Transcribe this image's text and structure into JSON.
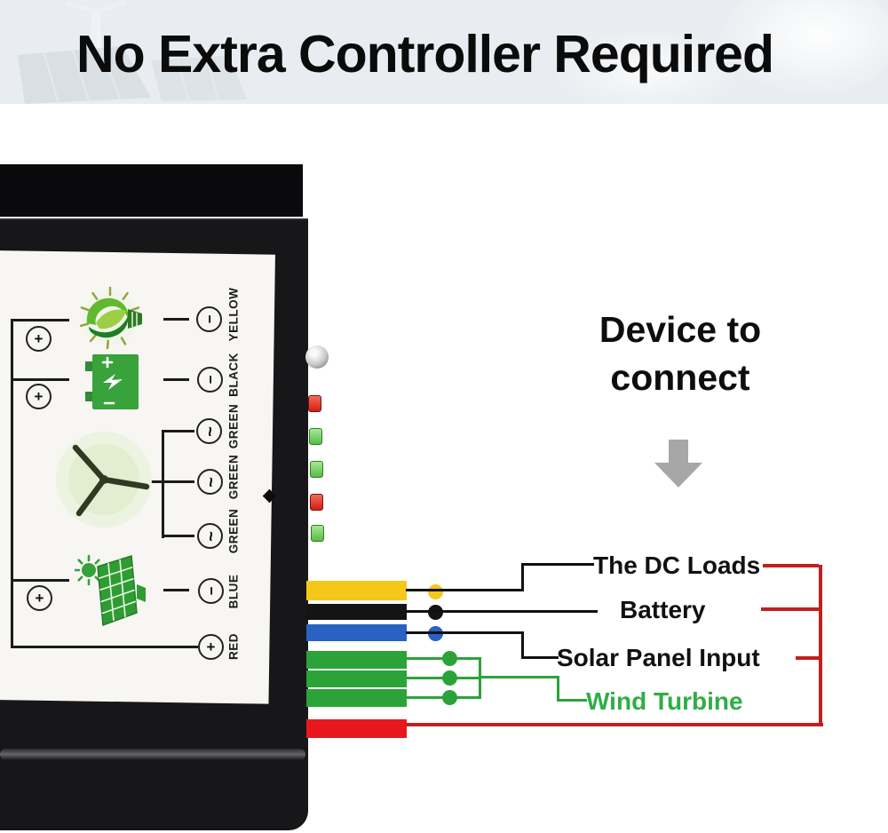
{
  "title": "No Extra Controller Required",
  "background": {
    "band_color": "#e9edf1",
    "decor": [
      "wind-turbine-photo",
      "solar-panel-photo",
      "clouds"
    ]
  },
  "device": {
    "label_panel": {
      "wire_color_names": [
        "YELLOW",
        "BLACK",
        "GREEN",
        "GREEN",
        "GREEN",
        "BLUE",
        "RED"
      ],
      "terminals_left": [
        "+",
        "+",
        "+"
      ],
      "terminals_right": [
        "−",
        "−",
        "~",
        "~",
        "~",
        "−",
        "+"
      ],
      "icons": [
        "eco-bulb",
        "battery",
        "wind-turbine",
        "solar-panel"
      ]
    },
    "leds": [
      "red",
      "green",
      "green",
      "red",
      "green"
    ],
    "wires": [
      {
        "name": "yellow",
        "color": "#f4c81a"
      },
      {
        "name": "black",
        "color": "#141414"
      },
      {
        "name": "blue",
        "color": "#2a62c3"
      },
      {
        "name": "green-1",
        "color": "#2ba339"
      },
      {
        "name": "green-2",
        "color": "#2ba339"
      },
      {
        "name": "green-3",
        "color": "#2ba339"
      },
      {
        "name": "red",
        "color": "#e8171e"
      }
    ]
  },
  "annotation": {
    "heading": {
      "line1": "Device to",
      "line2": "connect"
    },
    "connections": [
      {
        "label": "The DC Loads",
        "text_color": "#111111"
      },
      {
        "label": "Battery",
        "text_color": "#111111"
      },
      {
        "label": "Solar Panel Input",
        "text_color": "#111111"
      },
      {
        "label": "Wind Turbine",
        "text_color": "#2fae46"
      }
    ]
  },
  "colors": {
    "schematic_line": "#1b1b1b",
    "green_wire_line": "#2ba339",
    "red_bus_line": "#c2201d",
    "arrow_gray": "#a7a7a7",
    "led_red": "#e23a28",
    "led_green": "#79d167"
  }
}
